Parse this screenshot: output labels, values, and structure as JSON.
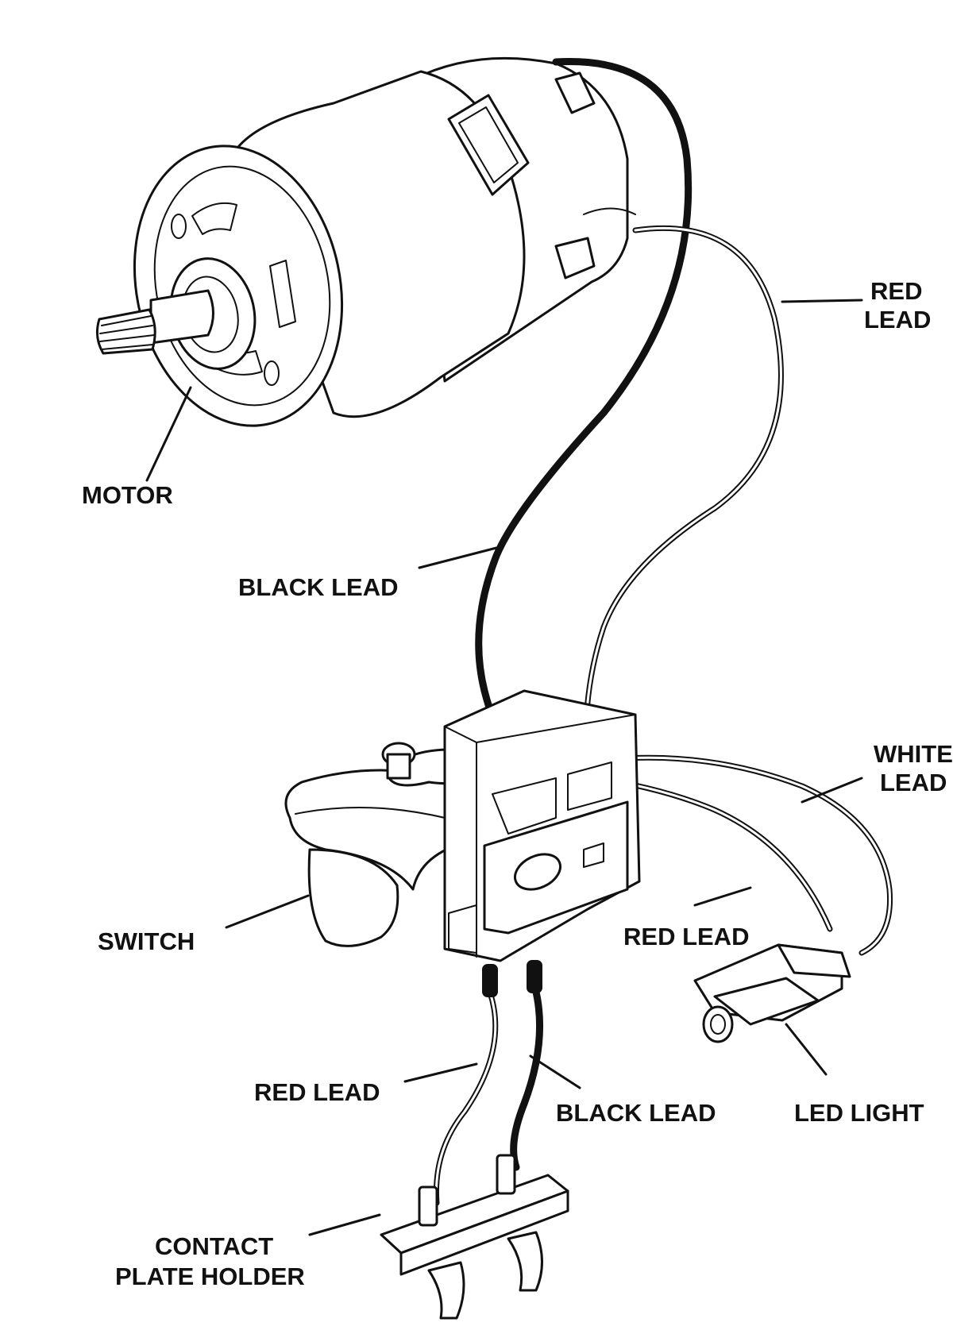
{
  "labels": {
    "motor": "MOTOR",
    "red_lead_top_1": "RED",
    "red_lead_top_2": "LEAD",
    "black_lead_upper": "BLACK LEAD",
    "white_lead_1": "WHITE",
    "white_lead_2": "LEAD",
    "switch": "SWITCH",
    "red_lead_middle": "RED LEAD",
    "red_lead_lower": "RED LEAD",
    "black_lead_lower": "BLACK LEAD",
    "led_light": "LED LIGHT",
    "contact_1": "CONTACT",
    "contact_2": "PLATE HOLDER"
  }
}
